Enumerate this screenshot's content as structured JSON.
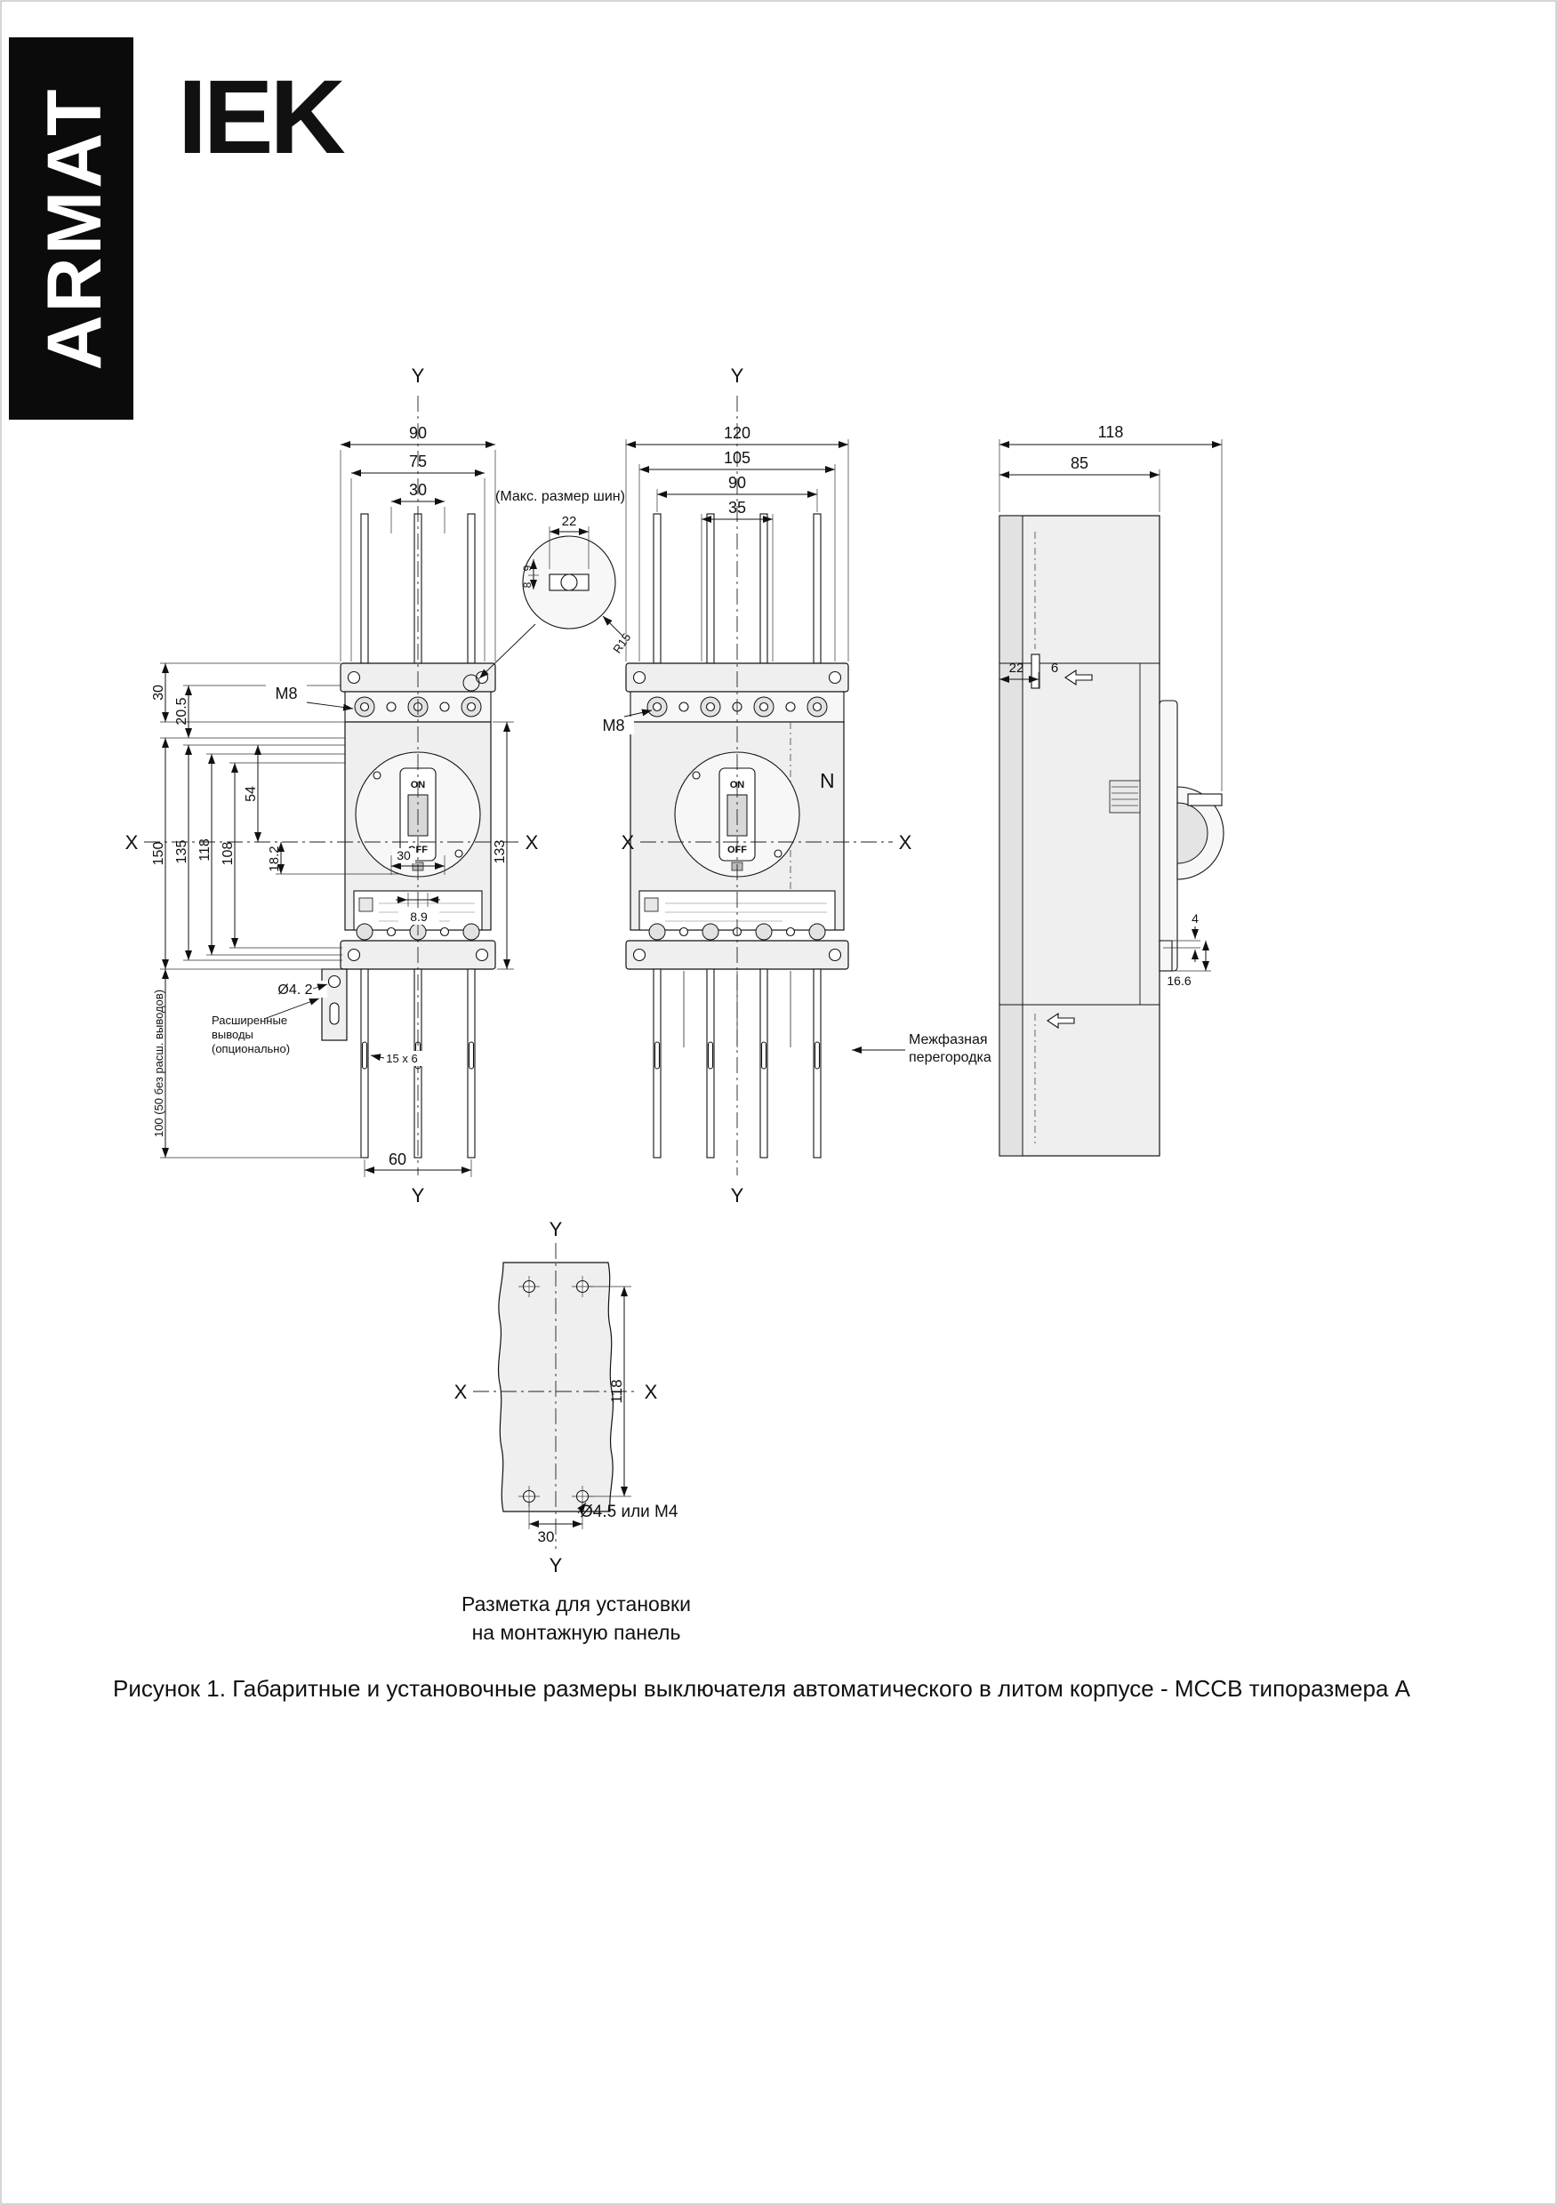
{
  "page": {
    "brand": "ARMAT",
    "logo": "IEK",
    "figure_caption": "Рисунок 1. Габаритные и установочные размеры выключателя автоматического в литом корпусе - МССВ типоразмера А"
  },
  "axis": {
    "x": "X",
    "y": "Y"
  },
  "front3p": {
    "dim_90": "90",
    "dim_75": "75",
    "dim_30_top": "30",
    "dim_30_left": "30",
    "dim_20_5": "20.5",
    "dim_150": "150",
    "dim_135": "135",
    "dim_118": "118",
    "dim_108": "108",
    "dim_54": "54",
    "dim_18_2": "18.2",
    "dim_133": "133",
    "dim_30_handle": "30",
    "dim_8_9": "8.9",
    "dim_hole": "Ø4. 2",
    "dim_slot": "15 x 6",
    "dim_60": "60",
    "dim_100": "100 (50 без расш. выводов)",
    "label_m8": "M8",
    "bus_note": "(Макс. размер шин)",
    "bus_22": "22",
    "bus_9": "9",
    "bus_8": "8",
    "bus_r15": "R15",
    "ext_note_line1": "Расширенные",
    "ext_note_line2": "выводы",
    "ext_note_line3": "(опционально)",
    "switch_on": "ON",
    "switch_off": "OFF"
  },
  "front4p": {
    "dim_120": "120",
    "dim_105": "105",
    "dim_90": "90",
    "dim_35": "35",
    "label_m8": "M8",
    "label_n": "N",
    "partition_line1": "Межфазная",
    "partition_line2": "перегородка",
    "switch_on": "ON",
    "switch_off": "OFF"
  },
  "side": {
    "dim_118": "118",
    "dim_85": "85",
    "dim_22": "22",
    "dim_6": "6",
    "dim_4": "4",
    "dim_16_6": "16.6"
  },
  "template": {
    "dim_118": "118",
    "dim_30": "30",
    "hole_label": "Ø4.5 или М4",
    "caption_line1": "Разметка для установки",
    "caption_line2": "на монтажную панель"
  }
}
